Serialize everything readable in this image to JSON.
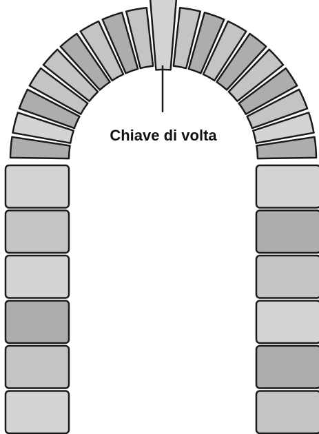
{
  "label": {
    "text": "Chiave di volta"
  },
  "colors": {
    "stroke": "#1a1a1a",
    "background": "#ffffff",
    "stone_light": "#d4d4d4",
    "stone_mid": "#c4c4c4",
    "stone_dark": "#adadad"
  },
  "arch": {
    "voussoir_count": 19,
    "keystone_index": 9,
    "voussoir_shades": [
      "dark",
      "light",
      "dark",
      "mid",
      "mid",
      "dark",
      "mid",
      "dark",
      "mid",
      "light",
      "mid",
      "dark",
      "mid",
      "dark",
      "mid",
      "dark",
      "mid",
      "light",
      "dark"
    ],
    "left_pier_shades": [
      "light",
      "mid",
      "light",
      "dark",
      "mid",
      "light"
    ],
    "right_pier_shades": [
      "light",
      "dark",
      "mid",
      "light",
      "dark",
      "mid"
    ]
  }
}
